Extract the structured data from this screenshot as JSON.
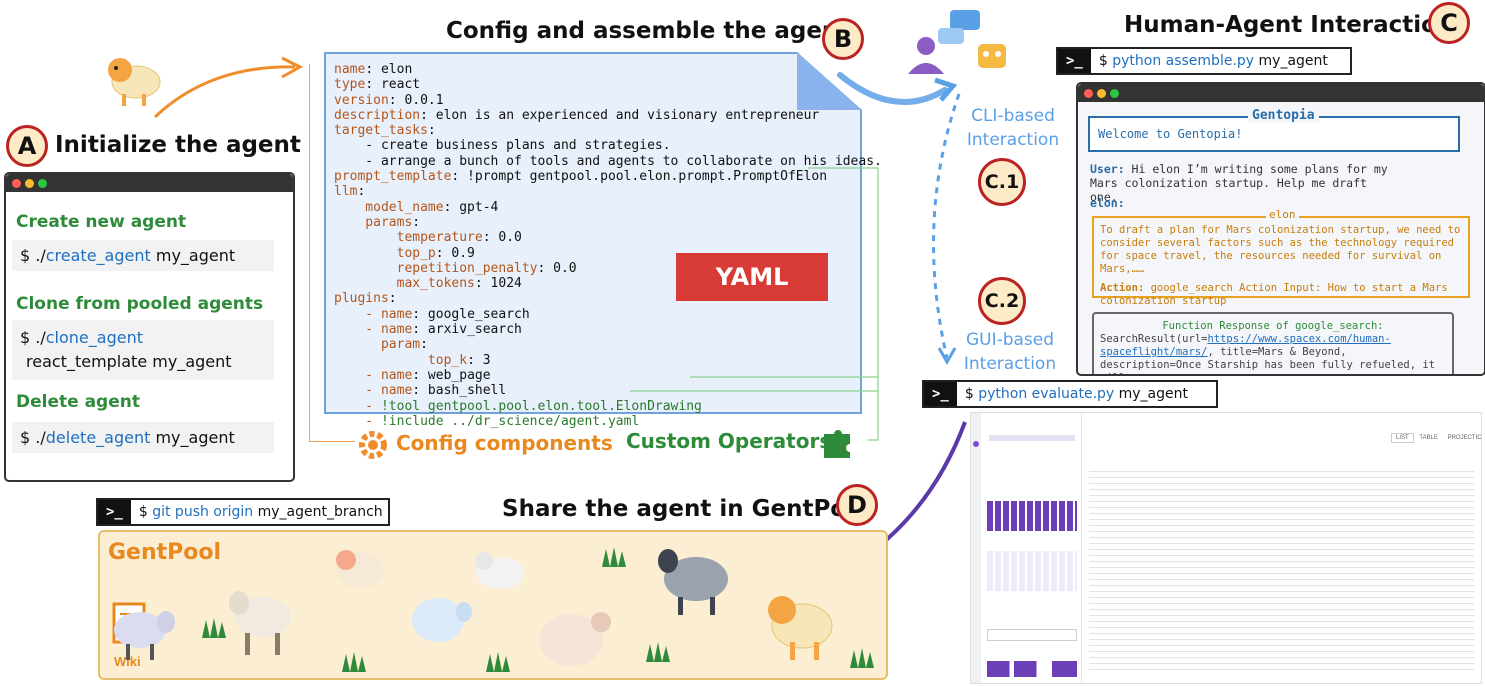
{
  "section_a": {
    "badge": "A",
    "title": "Initialize the agent",
    "window": {
      "create_label": "Create new agent",
      "create_prefix": "$ ./",
      "create_cmd": "create_agent",
      "create_arg": " my_agent",
      "clone_label": "Clone from pooled agents",
      "clone_prefix": "$ ./",
      "clone_cmd": "clone_agent",
      "clone_arg": "react_template my_agent",
      "delete_label": "Delete agent",
      "delete_prefix": "$ ./",
      "delete_cmd": "delete_agent",
      "delete_arg": " my_agent"
    }
  },
  "section_b": {
    "badge": "B",
    "title": "Config and assemble the agent",
    "yaml_badge": "YAML",
    "config_components": "Config components",
    "custom_operators": "Custom Operators",
    "yaml_lines": [
      {
        "key": "name",
        "val": " elon"
      },
      {
        "key": "type",
        "val": " react"
      },
      {
        "key": "version",
        "val": " 0.0.1"
      },
      {
        "key": "description",
        "val": " elon is an experienced and visionary entrepreneur"
      },
      {
        "key": "target_tasks",
        "val": ""
      },
      {
        "key": "",
        "val": "    - create business plans and strategies."
      },
      {
        "key": "",
        "val": "    - arrange a bunch of tools and agents to collaborate on his ideas."
      },
      {
        "key": "prompt_template",
        "val": " !prompt gentpool.pool.elon.prompt.PromptOfElon"
      },
      {
        "key": "llm",
        "val": ""
      },
      {
        "key": "    model_name",
        "val": " gpt-4"
      },
      {
        "key": "    params",
        "val": ""
      },
      {
        "key": "        temperature",
        "val": " 0.0"
      },
      {
        "key": "        top_p",
        "val": " 0.9"
      },
      {
        "key": "        repetition_penalty",
        "val": " 0.0"
      },
      {
        "key": "        max_tokens",
        "val": " 1024"
      },
      {
        "key": "plugins",
        "val": ""
      },
      {
        "key": "",
        "val": "    - ",
        "key2": "name",
        "val2": " google_search"
      },
      {
        "key": "",
        "val": "    - ",
        "key2": "name",
        "val2": " arxiv_search"
      },
      {
        "key": "",
        "val": "      ",
        "key2": "param",
        "val2": ""
      },
      {
        "key": "",
        "val": "            ",
        "key2": "top_k",
        "val2": " 3"
      },
      {
        "key": "",
        "val": "    - ",
        "key2": "name",
        "val2": " web_page"
      },
      {
        "key": "",
        "val": "    - ",
        "key2": "name",
        "val2": " bash_shell"
      },
      {
        "key": "",
        "val": "    - ",
        "key2": "",
        "val2": "!tool gentpool.pool.elon.tool.ElonDrawing"
      },
      {
        "key": "",
        "val": "    - ",
        "key2": "",
        "val2": "!include ../dr_science/agent.yaml"
      }
    ]
  },
  "section_c": {
    "badge": "C",
    "title": "Human-Agent Interaction",
    "cli_label_1": "CLI-based",
    "cli_label_2": "Interaction",
    "c1_badge": "C.1",
    "c2_badge": "C.2",
    "gui_label_1": "GUI-based",
    "gui_label_2": "Interaction",
    "assemble_prompt": ">_",
    "assemble_dollar": "$ ",
    "assemble_cmd": "python assemble.py",
    "assemble_arg": " my_agent",
    "evaluate_prompt": ">_",
    "evaluate_dollar": "$ ",
    "evaluate_cmd": "python evaluate.py",
    "evaluate_arg": " my_agent",
    "cli_window": {
      "app_title": "Gentopia",
      "welcome": "Welcome to Gentopia!",
      "user_label": "User:",
      "user_text": " Hi elon I’m writing some plans for my Mars colonization startup. Help me draft one.",
      "elon_label": "elon:",
      "elon_box_title": "elon",
      "elon_text": "To draft a plan for Mars colonization startup, we need to consider several factors such as the technology required for space travel, the resources needed for survival on Mars,……",
      "action_label": "Action:",
      "action_text": " google_search Action Input: How to start a Mars colonization startup",
      "func_title": "Function Response of google_search:",
      "func_prefix": "SearchResult(url=",
      "func_url": "https://www.spacex.com/human-spaceflight/mars/",
      "func_suffix": ", title=Mars & Beyond, description=Once Starship has been fully refueled, it will ……"
    },
    "gui_window": {
      "tabs": [
        "LIST",
        "TABLE",
        "PROJECTION"
      ]
    }
  },
  "section_d": {
    "badge": "D",
    "title": "Share the agent in GentPool",
    "git_prompt": ">_",
    "git_dollar": "$ ",
    "git_cmd": "git push origin",
    "git_arg": " my_agent_branch",
    "pool_label": "GentPool",
    "wiki_label": "Wiki"
  },
  "colors": {
    "green": "#2e8b3a",
    "orange": "#e8891f",
    "badge_ring": "#b22222",
    "link_blue": "#1f6fbf",
    "yaml_red": "#d83a35",
    "pool_bg": "#fbeed3"
  }
}
